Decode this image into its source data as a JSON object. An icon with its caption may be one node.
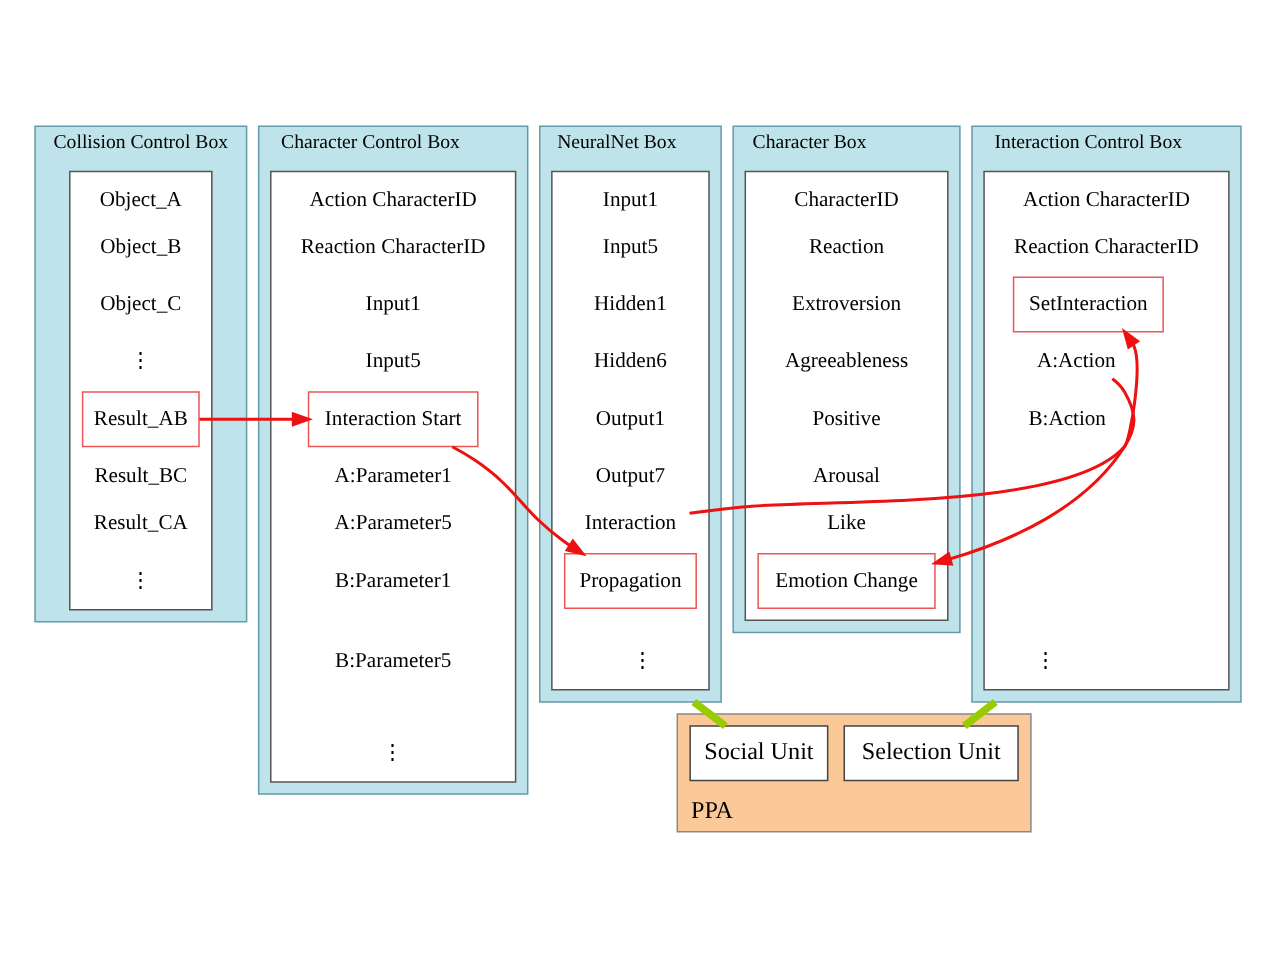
{
  "diagram": {
    "nodes": [
      {
        "text": [
          "Collision Control Box"
        ]
      },
      {
        "text": [],
        "shape": "box",
        "in": 0
      },
      {
        "text": [
          "Object_A"
        ],
        "in": 1
      },
      {
        "text": [
          "Object_B"
        ],
        "in": 1
      },
      {
        "text": [
          "Object_C"
        ],
        "in": 1
      },
      {
        "text": [
          "⋮"
        ],
        "in": 1
      },
      {
        "text": [
          "Result_AB"
        ],
        "in": 1
      },
      {
        "text": [
          "Result_BC"
        ],
        "in": 1
      },
      {
        "text": [
          "Result_CA"
        ],
        "in": 1
      },
      {
        "text": [
          "⋮"
        ],
        "in": 1
      },
      {
        "text": [
          "Character Control Box"
        ]
      },
      {
        "text": [],
        "shape": "box",
        "in": 10
      },
      {
        "text": [
          "Action CharacterID"
        ],
        "in": 11
      },
      {
        "text": [
          "Reaction CharacterID"
        ],
        "in": 11
      },
      {
        "text": [
          "Input1"
        ],
        "in": 11
      },
      {
        "text": [
          "Input5"
        ],
        "in": 11
      },
      {
        "text": [
          "Interaction Start"
        ],
        "in": 11
      },
      {
        "text": [
          "A:Parameter1"
        ],
        "in": 11
      },
      {
        "text": [
          "A:Parameter5"
        ],
        "in": 11
      },
      {
        "text": [
          "B:Parameter1"
        ],
        "in": 11
      },
      {
        "text": [
          "B:Parameter5"
        ],
        "in": 11
      },
      {
        "text": [
          "⋮"
        ],
        "in": 11
      },
      {
        "text": [
          "NeuralNet Box"
        ]
      },
      {
        "text": [],
        "shape": "box",
        "in": 22
      },
      {
        "text": [
          "Input1"
        ],
        "in": 23
      },
      {
        "text": [
          "Input5"
        ],
        "in": 23
      },
      {
        "text": [
          "Hidden1"
        ],
        "in": 23
      },
      {
        "text": [
          "Hidden6"
        ],
        "in": 23
      },
      {
        "text": [
          "Output1"
        ],
        "in": 23
      },
      {
        "text": [
          "Output7"
        ],
        "in": 23
      },
      {
        "text": [
          "Interaction"
        ],
        "in": 23
      },
      {
        "text": [
          "Propagation"
        ],
        "in": 23
      },
      {
        "text": [
          "⋮"
        ],
        "in": 23
      },
      {
        "text": [
          "Interaction Control Box"
        ]
      },
      {
        "text": [],
        "shape": "box",
        "in": 33
      },
      {
        "text": [
          "Action CharacterID"
        ],
        "in": 34
      },
      {
        "text": [
          "Reaction CharacterID"
        ],
        "in": 34
      },
      {
        "text": [
          "SetInteraction"
        ],
        "in": 34
      },
      {
        "text": [
          "A:Action"
        ],
        "in": 34
      },
      {
        "text": [
          "B:Action"
        ],
        "in": 34
      },
      {
        "text": [
          "⋮"
        ],
        "in": 34
      },
      {
        "text": [
          "Character Box"
        ]
      },
      {
        "text": [],
        "shape": "box",
        "in": 41
      },
      {
        "text": [
          "CharacterID"
        ],
        "in": 42
      },
      {
        "text": [
          "Reaction"
        ],
        "in": 42
      },
      {
        "text": [
          "Extroversion"
        ],
        "in": 42
      },
      {
        "text": [
          "Agreeableness"
        ],
        "in": 42
      },
      {
        "text": [
          "Positive"
        ],
        "in": 42
      },
      {
        "text": [
          "Arousal"
        ],
        "in": 42
      },
      {
        "text": [
          "Like"
        ],
        "in": 42
      },
      {
        "text": [
          "Emotion Change"
        ],
        "in": 42
      },
      {
        "text": [
          "PPA"
        ]
      },
      {
        "text": [
          "Social Unit"
        ],
        "in": 51
      },
      {
        "text": [
          "Selection Unit"
        ],
        "in": 51
      }
    ],
    "edges": [
      {
        "from": 6,
        "to": 16,
        "arrow": "to"
      },
      {
        "from": 16,
        "to": 31,
        "arrow": "to"
      },
      {
        "from": 30,
        "to": 37,
        "arrow": "to"
      },
      {
        "from": 38,
        "to": 50,
        "arrow": "to"
      },
      {
        "from": 22,
        "to": 52,
        "arrow": "none",
        "style": "thick",
        "color": "#99cc00"
      },
      {
        "from": 33,
        "to": 53,
        "arrow": "none",
        "style": "thick",
        "color": "#99cc00"
      }
    ]
  }
}
